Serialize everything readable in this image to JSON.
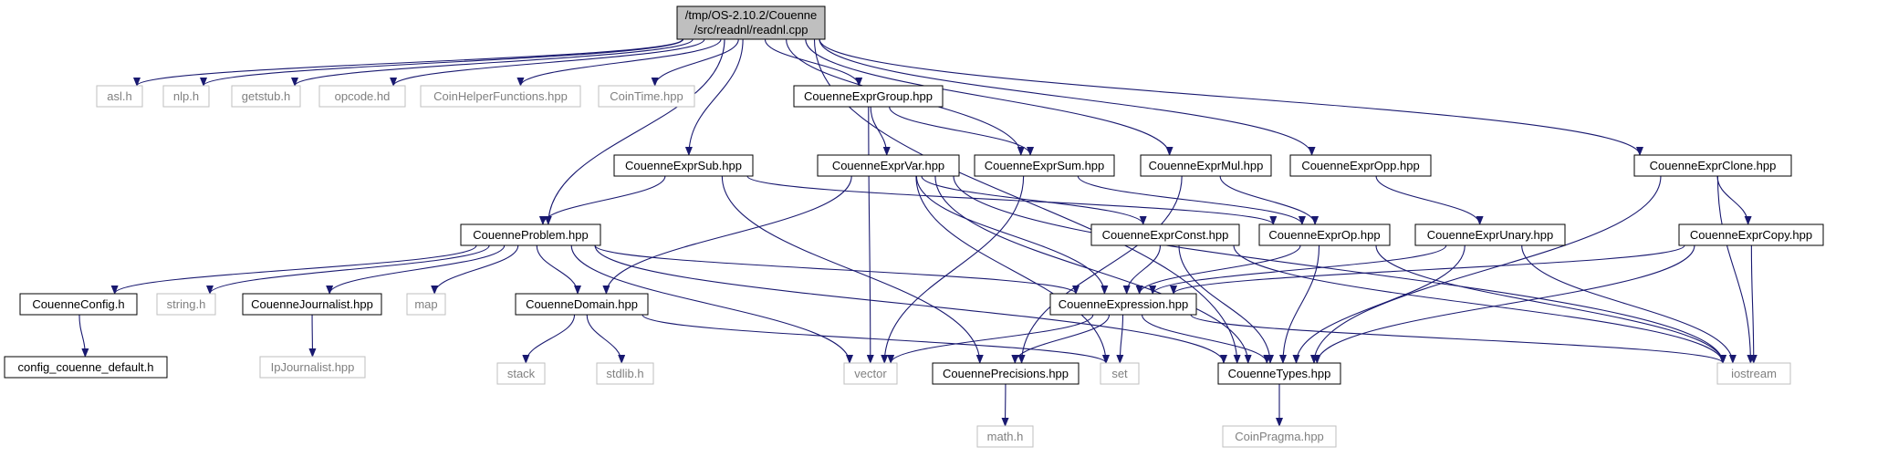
{
  "graph": {
    "root": {
      "line1": "/tmp/OS-2.10.2/Couenne",
      "line2": "/src/readnl/readnl.cpp"
    },
    "colors": {
      "edge": "#191970",
      "documented_border": "#000000",
      "undocumented_border": "#bfbfbf",
      "undocumented_text": "#808080",
      "root_fill": "#bfbfbf"
    },
    "nodes": [
      {
        "id": "asl",
        "label": "asl.h",
        "documented": false
      },
      {
        "id": "nlp",
        "label": "nlp.h",
        "documented": false
      },
      {
        "id": "getstub",
        "label": "getstub.h",
        "documented": false
      },
      {
        "id": "opcode",
        "label": "opcode.hd",
        "documented": false
      },
      {
        "id": "coinhelper",
        "label": "CoinHelperFunctions.hpp",
        "documented": false
      },
      {
        "id": "cointime",
        "label": "CoinTime.hpp",
        "documented": false
      },
      {
        "id": "exprgroup",
        "label": "CouenneExprGroup.hpp",
        "documented": true
      },
      {
        "id": "exprsub",
        "label": "CouenneExprSub.hpp",
        "documented": true
      },
      {
        "id": "exprvar",
        "label": "CouenneExprVar.hpp",
        "documented": true
      },
      {
        "id": "exprsum",
        "label": "CouenneExprSum.hpp",
        "documented": true
      },
      {
        "id": "exprmul",
        "label": "CouenneExprMul.hpp",
        "documented": true
      },
      {
        "id": "expropp",
        "label": "CouenneExprOpp.hpp",
        "documented": true
      },
      {
        "id": "exprclone",
        "label": "CouenneExprClone.hpp",
        "documented": true
      },
      {
        "id": "problem",
        "label": "CouenneProblem.hpp",
        "documented": true
      },
      {
        "id": "exprconst",
        "label": "CouenneExprConst.hpp",
        "documented": true
      },
      {
        "id": "exprop",
        "label": "CouenneExprOp.hpp",
        "documented": true
      },
      {
        "id": "exprunary",
        "label": "CouenneExprUnary.hpp",
        "documented": true
      },
      {
        "id": "exprcopy",
        "label": "CouenneExprCopy.hpp",
        "documented": true
      },
      {
        "id": "config",
        "label": "CouenneConfig.h",
        "documented": true
      },
      {
        "id": "stringh",
        "label": "string.h",
        "documented": false
      },
      {
        "id": "journalist",
        "label": "CouenneJournalist.hpp",
        "documented": true
      },
      {
        "id": "map",
        "label": "map",
        "documented": false
      },
      {
        "id": "domain",
        "label": "CouenneDomain.hpp",
        "documented": true
      },
      {
        "id": "expression",
        "label": "CouenneExpression.hpp",
        "documented": true
      },
      {
        "id": "configdefault",
        "label": "config_couenne_default.h",
        "documented": true
      },
      {
        "id": "ipjournalist",
        "label": "IpJournalist.hpp",
        "documented": false
      },
      {
        "id": "stack",
        "label": "stack",
        "documented": false
      },
      {
        "id": "stdlib",
        "label": "stdlib.h",
        "documented": false
      },
      {
        "id": "vector",
        "label": "vector",
        "documented": false
      },
      {
        "id": "precisions",
        "label": "CouennePrecisions.hpp",
        "documented": true
      },
      {
        "id": "set",
        "label": "set",
        "documented": false
      },
      {
        "id": "types",
        "label": "CouenneTypes.hpp",
        "documented": true
      },
      {
        "id": "iostream",
        "label": "iostream",
        "documented": false
      },
      {
        "id": "mathh",
        "label": "math.h",
        "documented": false
      },
      {
        "id": "coinpragma",
        "label": "CoinPragma.hpp",
        "documented": false
      }
    ],
    "edges": [
      [
        "root",
        "asl"
      ],
      [
        "root",
        "nlp"
      ],
      [
        "root",
        "getstub"
      ],
      [
        "root",
        "opcode"
      ],
      [
        "root",
        "coinhelper"
      ],
      [
        "root",
        "cointime"
      ],
      [
        "root",
        "exprgroup"
      ],
      [
        "root",
        "exprsub"
      ],
      [
        "root",
        "exprsum"
      ],
      [
        "root",
        "exprmul"
      ],
      [
        "root",
        "expropp"
      ],
      [
        "root",
        "exprclone"
      ],
      [
        "root",
        "problem"
      ],
      [
        "root",
        "types"
      ],
      [
        "exprgroup",
        "exprvar"
      ],
      [
        "exprgroup",
        "exprsum"
      ],
      [
        "exprgroup",
        "vector"
      ],
      [
        "exprsub",
        "problem"
      ],
      [
        "exprsub",
        "exprop"
      ],
      [
        "exprsub",
        "precisions"
      ],
      [
        "exprvar",
        "domain"
      ],
      [
        "exprvar",
        "exprconst"
      ],
      [
        "exprvar",
        "expression"
      ],
      [
        "exprvar",
        "types"
      ],
      [
        "exprvar",
        "set"
      ],
      [
        "exprvar",
        "iostream"
      ],
      [
        "exprsum",
        "exprop"
      ],
      [
        "exprsum",
        "vector"
      ],
      [
        "exprmul",
        "exprop"
      ],
      [
        "exprmul",
        "precisions"
      ],
      [
        "expropp",
        "exprunary"
      ],
      [
        "exprclone",
        "exprcopy"
      ],
      [
        "exprclone",
        "types"
      ],
      [
        "exprclone",
        "iostream"
      ],
      [
        "problem",
        "config"
      ],
      [
        "problem",
        "stringh"
      ],
      [
        "problem",
        "journalist"
      ],
      [
        "problem",
        "map"
      ],
      [
        "problem",
        "domain"
      ],
      [
        "problem",
        "expression"
      ],
      [
        "problem",
        "vector"
      ],
      [
        "problem",
        "types"
      ],
      [
        "exprconst",
        "expression"
      ],
      [
        "exprconst",
        "types"
      ],
      [
        "exprconst",
        "iostream"
      ],
      [
        "exprop",
        "expression"
      ],
      [
        "exprop",
        "types"
      ],
      [
        "exprop",
        "iostream"
      ],
      [
        "exprunary",
        "expression"
      ],
      [
        "exprunary",
        "types"
      ],
      [
        "exprunary",
        "iostream"
      ],
      [
        "exprcopy",
        "expression"
      ],
      [
        "exprcopy",
        "types"
      ],
      [
        "exprcopy",
        "iostream"
      ],
      [
        "config",
        "configdefault"
      ],
      [
        "journalist",
        "ipjournalist"
      ],
      [
        "domain",
        "stack"
      ],
      [
        "domain",
        "stdlib"
      ],
      [
        "domain",
        "set"
      ],
      [
        "expression",
        "vector"
      ],
      [
        "expression",
        "precisions"
      ],
      [
        "expression",
        "set"
      ],
      [
        "expression",
        "types"
      ],
      [
        "expression",
        "iostream"
      ],
      [
        "precisions",
        "mathh"
      ],
      [
        "types",
        "coinpragma"
      ]
    ]
  }
}
